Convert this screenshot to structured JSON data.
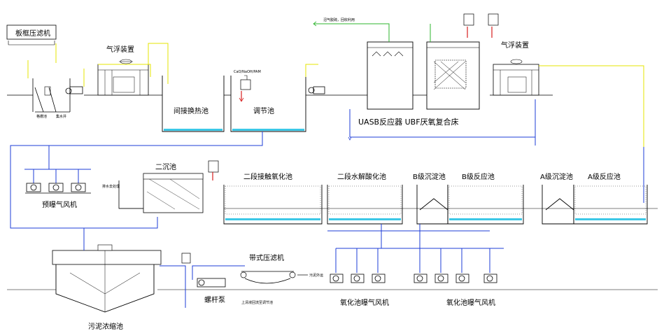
{
  "labels": {
    "filter_press": "板框压滤机",
    "air_flotation_1": "气浮装置",
    "air_flotation_2": "气浮装置",
    "indirect_heat_pool": "间接换热池",
    "regulating_pool": "调节池",
    "uasb_ubf": "UASB反应器 UBF厌氧复合床",
    "biogas_note": "沼气脱硫，回收利用",
    "chem_tag_top": "CaO/NaOH/PAM",
    "screen_left": "格栅池",
    "screen_right": "集水井",
    "secondary_clarifier": "二沉池",
    "stage2_contact_oxidation": "二段接触氧化池",
    "stage2_hydrolysis": "二段水解酸化池",
    "b_settling": "B级沉淀池",
    "b_reactor": "B级反应池",
    "a_settling": "A级沉淀池",
    "a_reactor": "A级反应池",
    "pre_aeration_blower": "预曝气风机",
    "drain_note": "排水去处理",
    "belt_filter_press": "带式压滤机",
    "cake_note": "污泥外运",
    "supernatant_return": "上清液回流至调节池",
    "screw_pump": "螺杆泵",
    "oxidation_blower_1": "氧化池曝气风机",
    "oxidation_blower_2": "氧化池曝气风机",
    "sludge_thickener": "污泥浓缩池"
  },
  "colors": {
    "line": "#000000",
    "water_line": "#1e3cd7",
    "sludge_line": "#1e3cd7",
    "air_line": "#e6e600",
    "gas_line": "#2db42d",
    "dosing_line": "#d71e1e",
    "water_fill": "#3cc8e6"
  }
}
